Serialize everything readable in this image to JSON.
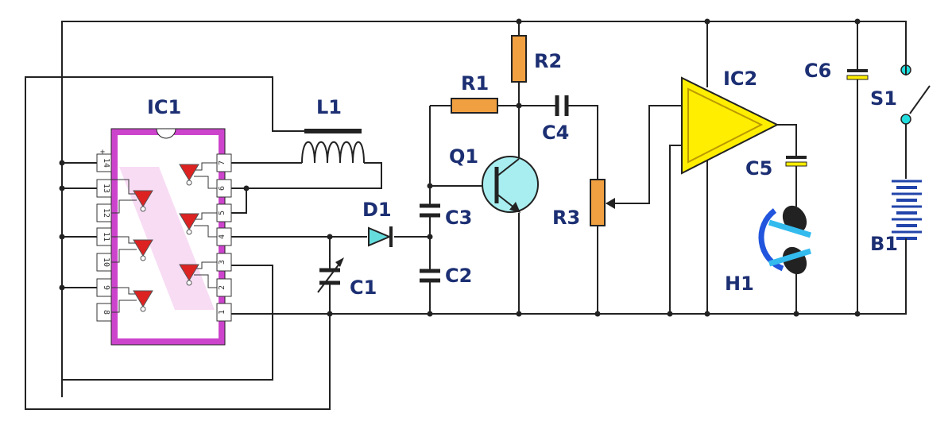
{
  "labels": {
    "ic1": "IC1",
    "ic2": "IC2",
    "l1": "L1",
    "d1": "D1",
    "c1": "C1",
    "c2": "C2",
    "c3": "C3",
    "c4": "C4",
    "c5": "C5",
    "c6": "C6",
    "r1": "R1",
    "r2": "R2",
    "r3": "R3",
    "q1": "Q1",
    "h1": "H1",
    "s1": "S1",
    "b1": "B1"
  },
  "ic1_pins": {
    "left": [
      "14",
      "13",
      "12",
      "11",
      "10",
      "9",
      "8"
    ],
    "right": [
      "1",
      "2",
      "3",
      "4",
      "5",
      "6",
      "7"
    ]
  },
  "ic1_plus": "+",
  "colors": {
    "wire": "#222222",
    "label": "#1c2f73",
    "ic_body": "#cc44cc",
    "gate": "#dd2222",
    "resistor": "#f0a040",
    "diode": "#66dddd",
    "transistor": "#a8eef0",
    "amplifier": "#ffee00",
    "earphone": "#2255dd",
    "switch_contact": "#22dddd"
  }
}
